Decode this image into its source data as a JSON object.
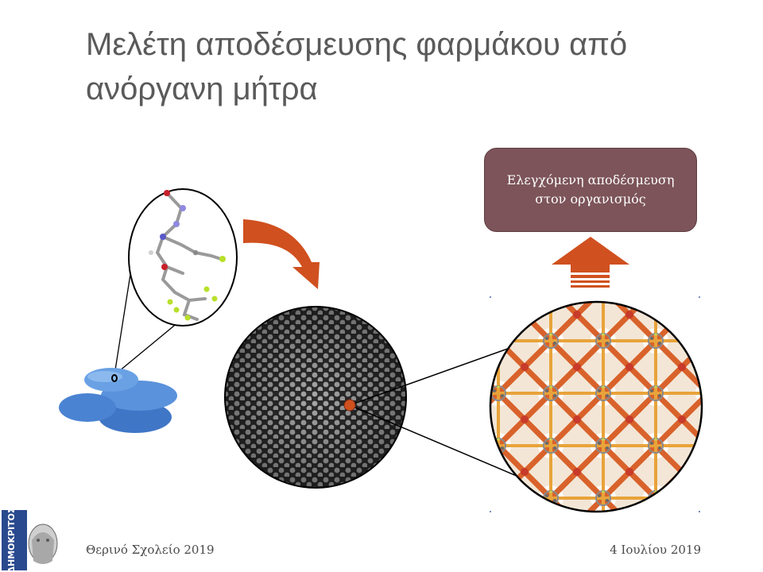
{
  "slide": {
    "title": "Μελέτη αποδέσμευσης φαρμάκου από ανόργανη μήτρα",
    "release_box": "Ελεγχόμενη αποδέσμευση στον οργανισμός",
    "footer_left": "Θερινό Σχολείο 2019",
    "footer_right": "4 Ιουλίου 2019",
    "logo_text": "ΔΗΜΟΚΡΙΤΟΣ"
  },
  "colors": {
    "title": "#5a5a5a",
    "box_fill": "#7c5459",
    "arrow": "#d0501f",
    "pill": "#4f86d4",
    "logo": "#2a4a8f"
  },
  "icons": [
    "curved-arrow-icon",
    "up-arrow-icon",
    "pill-icon",
    "molecule-icon",
    "mesoporous-texture-icon",
    "framework-structure-icon",
    "university-logo-icon"
  ]
}
